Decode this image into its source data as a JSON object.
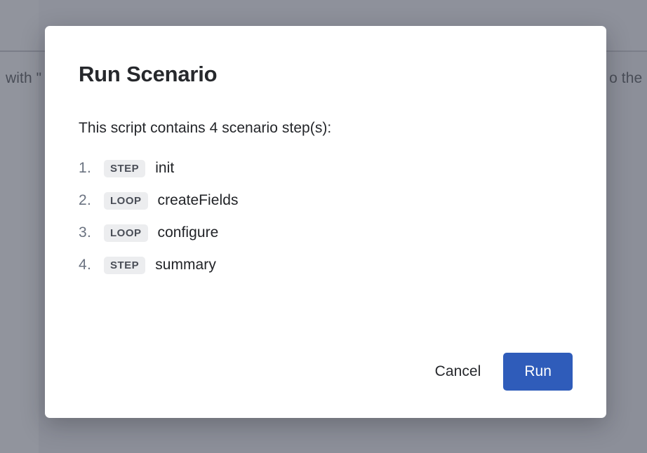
{
  "backdrop": {
    "left_text": "with \"",
    "right_text": "o the l",
    "overlay_color": "#8e919b"
  },
  "modal": {
    "title": "Run Scenario",
    "subtitle": "This script contains 4 scenario step(s):",
    "steps": [
      {
        "index": "1.",
        "badge": "STEP",
        "name": "init"
      },
      {
        "index": "2.",
        "badge": "LOOP",
        "name": "createFields"
      },
      {
        "index": "3.",
        "badge": "LOOP",
        "name": "configure"
      },
      {
        "index": "4.",
        "badge": "STEP",
        "name": "summary"
      }
    ],
    "footer": {
      "cancel_label": "Cancel",
      "run_label": "Run",
      "run_color": "#2f5cba"
    }
  }
}
